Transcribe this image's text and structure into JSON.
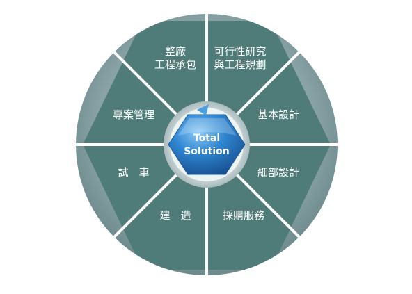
{
  "diagram": {
    "center": {
      "line1": "Total",
      "line2": "Solution"
    },
    "segments": [
      {
        "id": "plant-contracting",
        "lines": [
          "整廠",
          "工程承包"
        ]
      },
      {
        "id": "feasibility-planning",
        "lines": [
          "可行性研究",
          "與工程規劃"
        ]
      },
      {
        "id": "basic-design",
        "lines": [
          "基本設計"
        ]
      },
      {
        "id": "detail-design",
        "lines": [
          "細部設計"
        ]
      },
      {
        "id": "procurement",
        "lines": [
          "採購服務"
        ]
      },
      {
        "id": "construction",
        "lines": [
          "建　造"
        ]
      },
      {
        "id": "test-run",
        "lines": [
          "試　車"
        ]
      },
      {
        "id": "project-management",
        "lines": [
          "專案管理"
        ]
      }
    ],
    "colors": {
      "outer_ring": "#8aa3a6",
      "segment_fill": "#4f7b78",
      "divider": "#ffffff",
      "hub_ring": "#c9d5d8",
      "hub_fill": "#2f7fc9",
      "hub_highlight": "#6fb6f0",
      "label_text": "#ffffff"
    }
  }
}
